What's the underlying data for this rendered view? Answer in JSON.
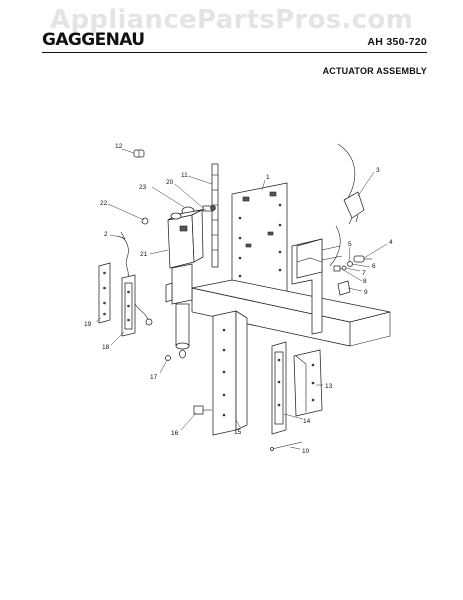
{
  "watermark": "AppliancePartsPros.com",
  "header": {
    "brand": "GAGGENAU",
    "model": "AH 350-720",
    "title": "ACTUATOR ASSEMBLY"
  },
  "callouts": {
    "c1": "1",
    "c2": "2",
    "c3": "3",
    "c4": "4",
    "c5": "5",
    "c6": "6",
    "c7": "7",
    "c8": "8",
    "c9": "9",
    "c10": "10",
    "c11": "11",
    "c12": "12",
    "c13": "13",
    "c14": "14",
    "c15": "15",
    "c16": "16",
    "c17": "17",
    "c18": "18",
    "c19": "19",
    "c20": "20",
    "c21": "21",
    "c22": "22",
    "c23": "23"
  }
}
